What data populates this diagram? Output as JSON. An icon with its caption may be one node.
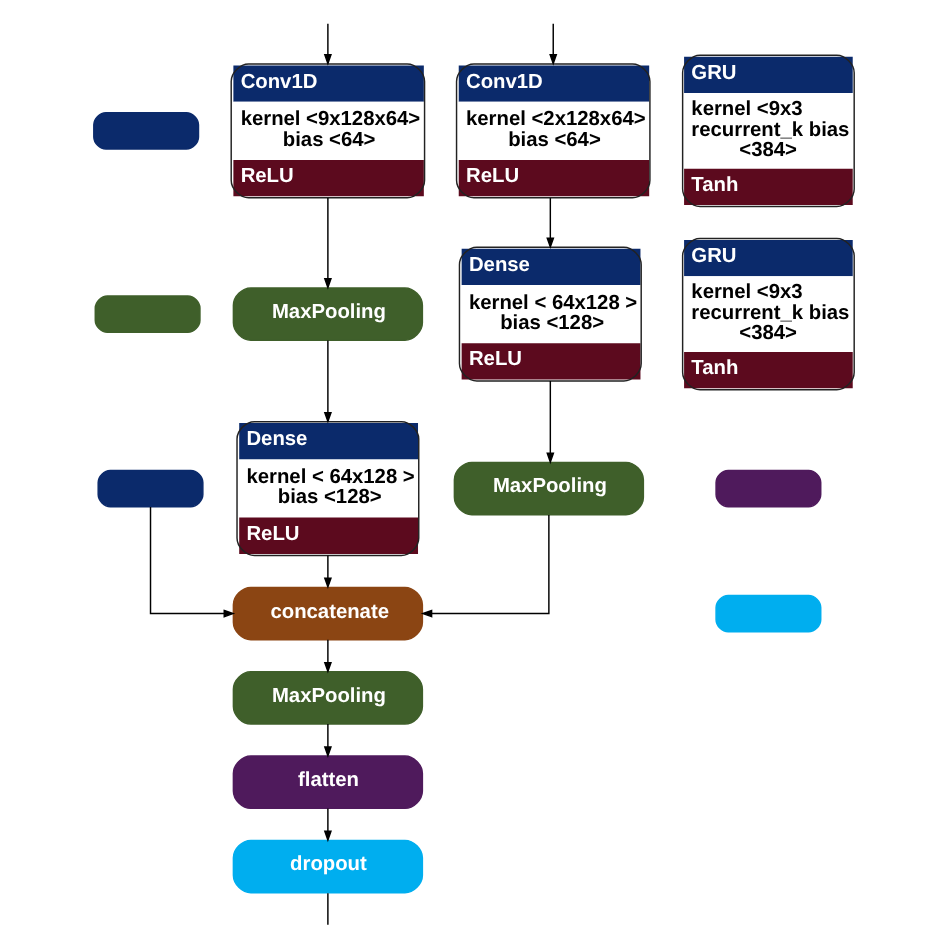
{
  "diagram": {
    "nodes": [
      {
        "text": [],
        "shape": "box"
      },
      {
        "text": [],
        "shape": "box"
      },
      {
        "text": [],
        "shape": "box"
      },
      {
        "text": [
          "Conv1D",
          "kernel <9x128x64> bias <64>",
          "ReLU"
        ]
      },
      {
        "text": [
          "MaxPooling"
        ]
      },
      {
        "text": [
          "Dense",
          "kernel < 64x128 > bias <128>",
          "ReLU"
        ]
      },
      {
        "text": [
          "Conv1D",
          "kernel <2x128x64> bias <64>",
          "ReLU"
        ]
      },
      {
        "text": [
          "Dense",
          "kernel < 64x128 > bias <128>",
          "ReLU"
        ]
      },
      {
        "text": [
          "MaxPooling"
        ]
      },
      {
        "text": [
          "concatenate"
        ]
      },
      {
        "text": [
          "MaxPooling"
        ]
      },
      {
        "text": [
          "flatten"
        ]
      },
      {
        "text": [
          "dropout"
        ]
      },
      {
        "text": [
          "GRU",
          "kernel <9x3 recurrent_k bias <384>",
          "Tanh"
        ]
      },
      {
        "text": [
          "GRU",
          "kernel <9x3 recurrent_k bias <384>",
          "Tanh"
        ]
      },
      {
        "text": [],
        "shape": "box"
      },
      {
        "text": [],
        "shape": "box"
      }
    ],
    "edges": [
      {
        "from": null,
        "to": 3,
        "arrow": "to"
      },
      {
        "from": null,
        "to": 6,
        "arrow": "to"
      },
      {
        "from": 3,
        "to": 4,
        "arrow": "to"
      },
      {
        "from": 4,
        "to": 5,
        "arrow": "to"
      },
      {
        "from": 6,
        "to": 7,
        "arrow": "to"
      },
      {
        "from": 7,
        "to": 8,
        "arrow": "to"
      },
      {
        "from": 2,
        "to": 9,
        "arrow": "to"
      },
      {
        "from": 5,
        "to": 9,
        "arrow": "to"
      },
      {
        "from": 8,
        "to": 9,
        "arrow": "to"
      },
      {
        "from": 9,
        "to": 10,
        "arrow": "to"
      },
      {
        "from": 10,
        "to": 11,
        "arrow": "to"
      },
      {
        "from": 11,
        "to": 12,
        "arrow": "to"
      },
      {
        "from": 12,
        "to": null,
        "arrow": "none"
      }
    ]
  }
}
